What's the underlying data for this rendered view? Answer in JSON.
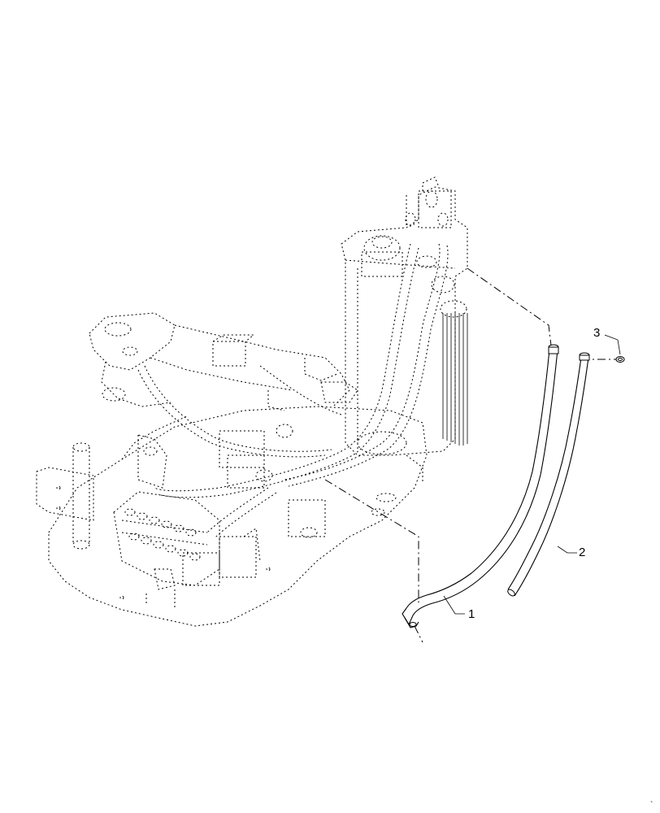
{
  "callouts": [
    {
      "label": "1"
    },
    {
      "label": "2"
    },
    {
      "label": "3"
    }
  ],
  "corner_mark": "`"
}
